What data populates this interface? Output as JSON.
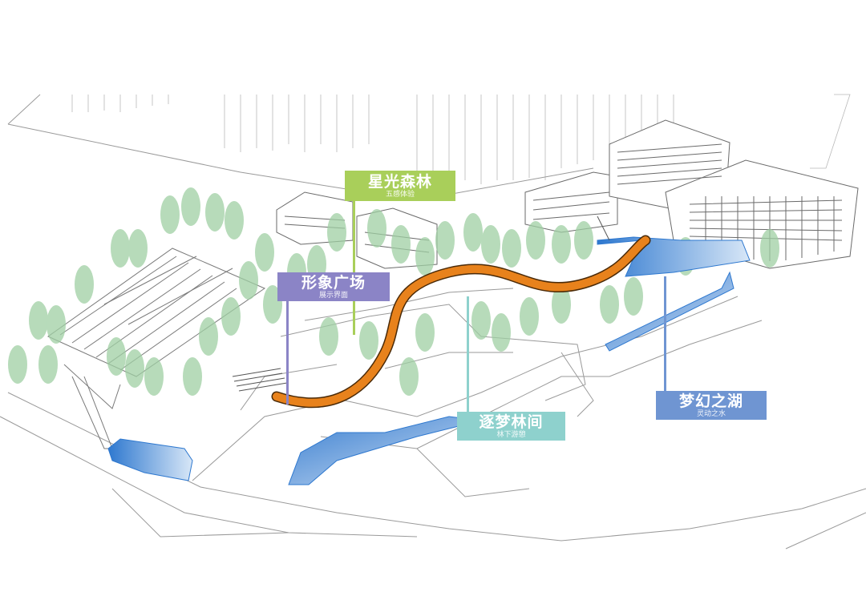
{
  "labels": {
    "xingguang": {
      "title": "星光森林",
      "subtitle": "五感体验",
      "color": "#a9cf5a"
    },
    "xingxiang": {
      "title": "形象广场",
      "subtitle": "展示界面",
      "color": "#8b84c6"
    },
    "zhumeng": {
      "title": "逐梦林间",
      "subtitle": "林下游憩",
      "color": "#8ed1cd"
    },
    "menghuan": {
      "title": "梦幻之湖",
      "subtitle": "灵动之水",
      "color": "#6f95d2"
    }
  },
  "colors": {
    "tree": "#9fcfa3",
    "water": "#4d8fd6",
    "water_light": "#a9c7ec",
    "ribbon": "#e8821c",
    "ribbon_edge": "#4a2a08",
    "line": "#8a8a8a"
  }
}
